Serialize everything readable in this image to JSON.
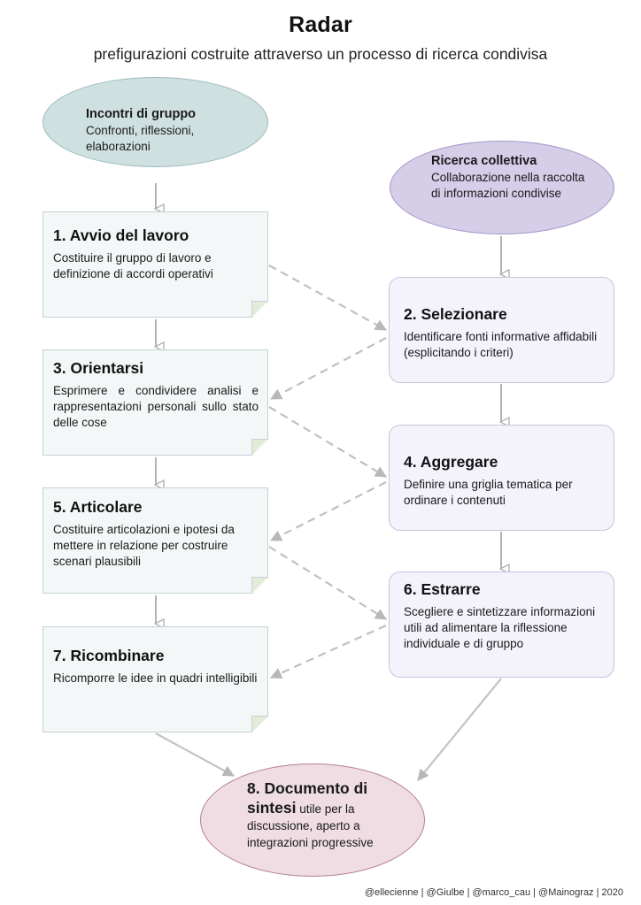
{
  "header": {
    "title": "Radar",
    "subtitle": "prefigurazioni costruite attraverso un processo di ricerca condivisa"
  },
  "left_ellipse": {
    "heading": "Incontri di gruppo",
    "text": "Confronti, riflessioni, elaborazioni"
  },
  "right_ellipse": {
    "heading": "Ricerca collettiva",
    "text": "Collaborazione nella raccolta di informazioni condivise"
  },
  "steps": {
    "s1": {
      "title": "1. Avvio del lavoro",
      "text": "Costituire il gruppo di lavoro e definizione di accordi operativi"
    },
    "s2": {
      "title": "2. Selezionare",
      "text": "Identificare fonti informative affidabili (esplicitando i criteri)"
    },
    "s3": {
      "title": "3. Orientarsi",
      "text": "Esprimere e condividere analisi e rappresentazioni personali sullo stato delle cose"
    },
    "s4": {
      "title": "4. Aggregare",
      "text": "Definire una griglia tematica per ordinare i contenuti"
    },
    "s5": {
      "title": "5. Articolare",
      "text": "Costituire articolazioni e ipotesi da mettere in relazione per costruire scenari plausibili"
    },
    "s6": {
      "title": "6. Estrarre",
      "text": "Scegliere e sintetizzare informazioni utili ad alimentare la riflessione individuale e di gruppo"
    },
    "s7": {
      "title": "7. Ricombinare",
      "text": "Ricomporre le idee in quadri intelligibili"
    }
  },
  "final": {
    "title": "8. Documento di sintesi",
    "text": " utile per la discussione, aperto a integrazioni progressive"
  },
  "footer": "@ellecienne | @Giulbe | @marco_cau | @Mainograz | 2020",
  "colors": {
    "group_ellipse": "#cfe0e1",
    "research_ellipse": "#d6cde8",
    "final_ellipse": "#efdde3",
    "note_fill": "#f4f7f8",
    "box_fill": "#f4f2fb",
    "arrow": "#b8b8b8"
  }
}
